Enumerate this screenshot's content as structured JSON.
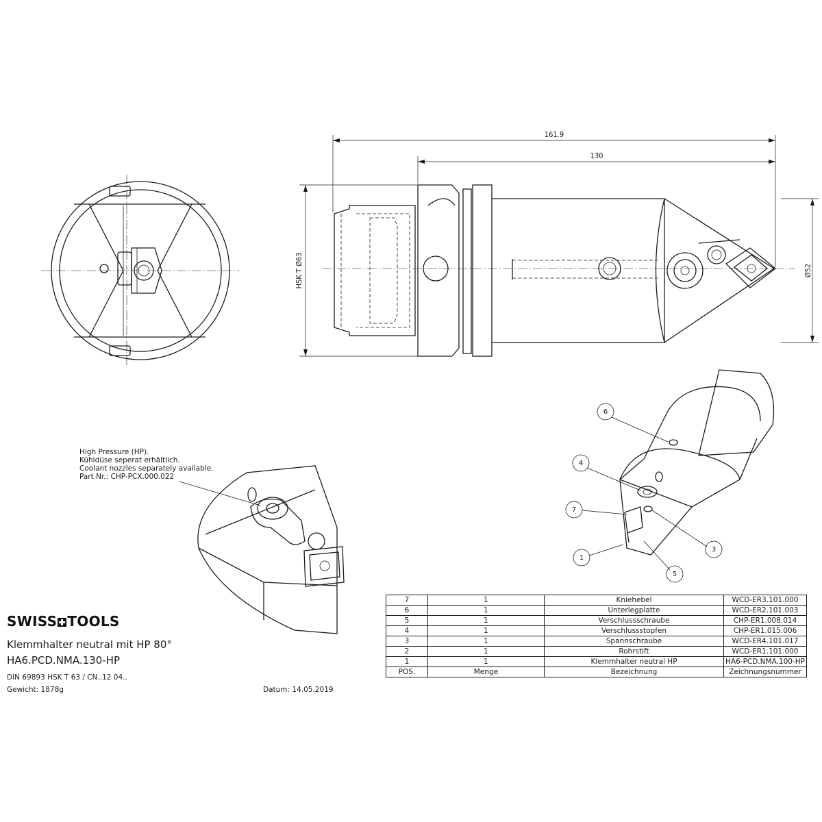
{
  "dimensions": {
    "overall_length": "161.9",
    "body_length": "130",
    "shank_dia": "HSK T Ø63",
    "head_dia": "Ø52"
  },
  "note": {
    "line1": "High Pressure (HP).",
    "line2": "Kühldüse seperat erhältlich.",
    "line3": "Coolant nozzles separately available.",
    "line4": "Part Nr.: CHP-PCX.000.022"
  },
  "brand": {
    "left": "SWISS",
    "right": "TOOLS"
  },
  "title_block": {
    "name": "Klemmhalter neutral mit HP 80°",
    "code": "HA6.PCD.NMA.130-HP",
    "standard": "DIN 69893 HSK T 63 / CN..12 04..",
    "weight": "Gewicht: 1878g",
    "date": "Datum: 14.05.2019"
  },
  "callouts": [
    "1",
    "3",
    "4",
    "5",
    "6",
    "7"
  ],
  "parts_table": {
    "header": {
      "pos": "POS.",
      "qty": "Menge",
      "name": "Bezeichnung",
      "number": "Zeichnungsnummer"
    },
    "rows": [
      {
        "pos": "7",
        "qty": "1",
        "name": "Kniehebel",
        "number": "WCD-ER3.101.000"
      },
      {
        "pos": "6",
        "qty": "1",
        "name": "Unterlegplatte",
        "number": "WCD-ER2.101.003"
      },
      {
        "pos": "5",
        "qty": "1",
        "name": "Verschlussschraube",
        "number": "CHP-ER1.008.014"
      },
      {
        "pos": "4",
        "qty": "1",
        "name": "Verschlussstopfen",
        "number": "CHP-ER1.015.006"
      },
      {
        "pos": "3",
        "qty": "1",
        "name": "Spannschraube",
        "number": "WCD-ER4.101.017"
      },
      {
        "pos": "2",
        "qty": "1",
        "name": "Rohrstift",
        "number": "WCD-ER1.101.000"
      },
      {
        "pos": "1",
        "qty": "1",
        "name": "Klemmhalter neutral HP",
        "number": "HA6-PCD.NMA.100-HP"
      }
    ]
  }
}
